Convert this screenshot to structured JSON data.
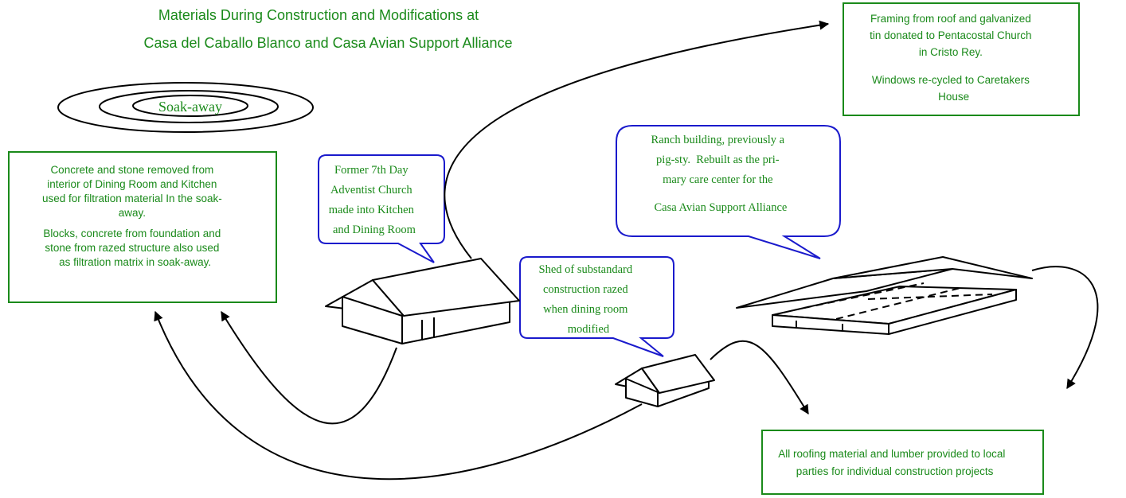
{
  "title": {
    "line1": "Materials During Construction and Modifications at",
    "line2": "Casa del Caballo Blanco and Casa Avian Support Alliance"
  },
  "soakaway": {
    "label": "Soak-away"
  },
  "box_filtration": {
    "lines": [
      "Concrete and stone removed from",
      "interior of Dining Room and Kitchen",
      "used for filtration material In the soak-",
      "away.",
      "Blocks, concrete from foundation and",
      "stone from razed structure also used",
      "as filtration matrix in soak-away."
    ]
  },
  "box_framing": {
    "lines": [
      "Framing from roof and galvanized",
      "tin donated to Pentacostal Church",
      "in Cristo Rey.",
      "Windows re-cycled to Caretakers",
      "House"
    ]
  },
  "box_roofing": {
    "lines": [
      "All roofing material and lumber provided to local",
      "parties for individual construction projects"
    ]
  },
  "callout_church": {
    "lines": [
      "Former 7th Day",
      "Adventist Church",
      "made into Kitchen",
      "and Dining Room"
    ]
  },
  "callout_shed": {
    "lines": [
      "Shed of substandard",
      "construction razed",
      "when dining room",
      "modified"
    ]
  },
  "callout_ranch": {
    "lines": [
      "Ranch building, previously a",
      "pig-sty.  Rebuilt as the pri-",
      "mary care center for the",
      "Casa Avian Support Alliance"
    ]
  },
  "colors": {
    "text_green": "#1a8a1a",
    "box_border": "#1a8a1a",
    "callout_border": "#1a1acc",
    "ink": "#000000"
  }
}
